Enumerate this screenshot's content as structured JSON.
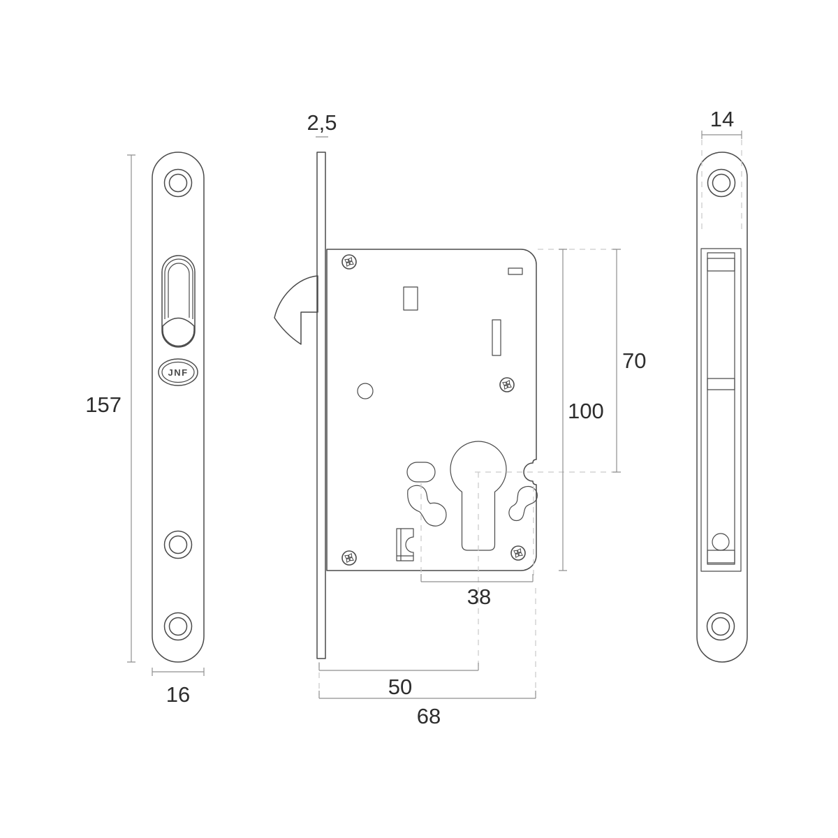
{
  "drawing": {
    "brand": "JNF",
    "labels": {
      "plate_height": "157",
      "plate_width": "16",
      "plate_thickness": "2,5",
      "strike_slot_width": "14",
      "case_height": "100",
      "top_to_cylinder_center": "70",
      "cylinder_center_to_back": "38",
      "backset": "50",
      "case_depth": "68"
    }
  }
}
